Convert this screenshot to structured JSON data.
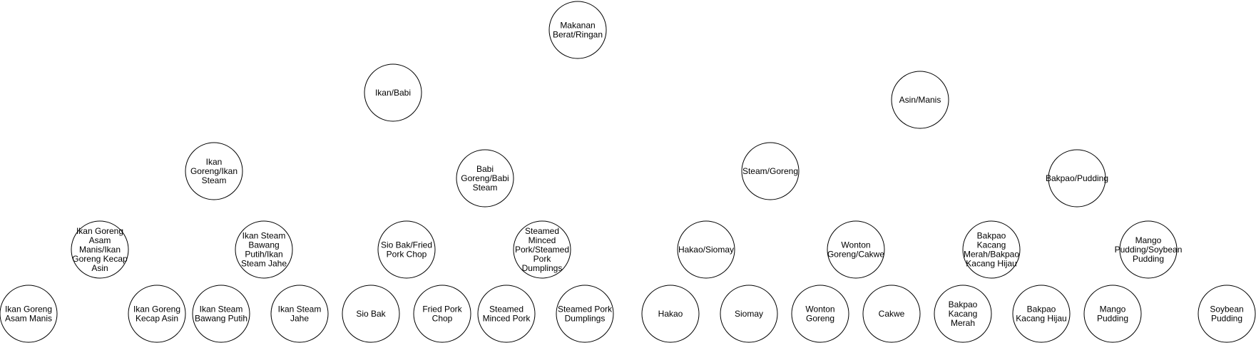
{
  "diagram": {
    "nodes": [
      {
        "id": "root",
        "lines": [
          "Makanan",
          "Berat/Ringan"
        ]
      },
      {
        "id": "ikan-babi",
        "lines": [
          "Ikan/Babi"
        ]
      },
      {
        "id": "asin-manis",
        "lines": [
          "Asin/Manis"
        ]
      },
      {
        "id": "ikan-goreng-steam",
        "lines": [
          "Ikan",
          "Goreng/Ikan",
          "Steam"
        ]
      },
      {
        "id": "babi-goreng-steam",
        "lines": [
          "Babi",
          "Goreng/Babi",
          "Steam"
        ]
      },
      {
        "id": "steam-goreng",
        "lines": [
          "Steam/Goreng"
        ]
      },
      {
        "id": "bakpao-pudding",
        "lines": [
          "Bakpao/Pudding"
        ]
      },
      {
        "id": "ikan-goreng-group",
        "lines": [
          "Ikan Goreng",
          "Asam",
          "Manis/Ikan",
          "Goreng Kecap",
          "Asin"
        ]
      },
      {
        "id": "ikan-steam-group",
        "lines": [
          "Ikan Steam",
          "Bawang",
          "Putih/Ikan",
          "Steam Jahe"
        ]
      },
      {
        "id": "siobak-friedpork",
        "lines": [
          "Sio Bak/Fried",
          "Pork Chop"
        ]
      },
      {
        "id": "steamed-pork-group",
        "lines": [
          "Steamed",
          "Minced",
          "Pork/Steamed",
          "Pork",
          "Dumplings"
        ]
      },
      {
        "id": "hakao-siomay",
        "lines": [
          "Hakao/Siomay"
        ]
      },
      {
        "id": "wonton-cakwe",
        "lines": [
          "Wonton",
          "Goreng/Cakwe"
        ]
      },
      {
        "id": "bakpao-group",
        "lines": [
          "Bakpao",
          "Kacang",
          "Merah/Bakpao",
          "Kacang Hijau"
        ]
      },
      {
        "id": "pudding-group",
        "lines": [
          "Mango",
          "Pudding/Soybean",
          "Pudding"
        ]
      },
      {
        "id": "leaf-1",
        "lines": [
          "Ikan Goreng",
          "Asam Manis"
        ]
      },
      {
        "id": "leaf-2",
        "lines": [
          "Ikan Goreng",
          "Kecap Asin"
        ]
      },
      {
        "id": "leaf-3",
        "lines": [
          "Ikan Steam",
          "Bawang Putih"
        ]
      },
      {
        "id": "leaf-4",
        "lines": [
          "Ikan Steam",
          "Jahe"
        ]
      },
      {
        "id": "leaf-5",
        "lines": [
          "Sio Bak"
        ]
      },
      {
        "id": "leaf-6",
        "lines": [
          "Fried Pork",
          "Chop"
        ]
      },
      {
        "id": "leaf-7",
        "lines": [
          "Steamed",
          "Minced Pork"
        ]
      },
      {
        "id": "leaf-8",
        "lines": [
          "Steamed Pork",
          "Dumplings"
        ]
      },
      {
        "id": "leaf-9",
        "lines": [
          "Hakao"
        ]
      },
      {
        "id": "leaf-10",
        "lines": [
          "Siomay"
        ]
      },
      {
        "id": "leaf-11",
        "lines": [
          "Wonton",
          "Goreng"
        ]
      },
      {
        "id": "leaf-12",
        "lines": [
          "Cakwe"
        ]
      },
      {
        "id": "leaf-13",
        "lines": [
          "Bakpao",
          "Kacang",
          "Merah"
        ]
      },
      {
        "id": "leaf-14",
        "lines": [
          "Bakpao",
          "Kacang Hijau"
        ]
      },
      {
        "id": "leaf-15",
        "lines": [
          "Mango",
          "Pudding"
        ]
      },
      {
        "id": "leaf-16",
        "lines": [
          "Soybean",
          "Pudding"
        ]
      }
    ]
  }
}
